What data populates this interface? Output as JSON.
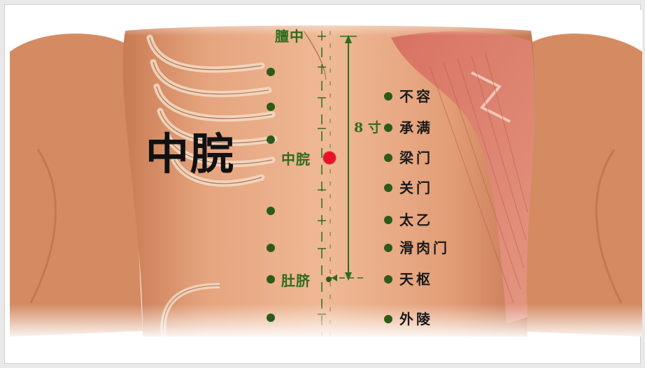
{
  "title": "中脘",
  "highlight_point": {
    "label": "中脘",
    "color": "#e8122a"
  },
  "top_point_label": "膻中",
  "navel_label": "肚脐",
  "measure_label": "8 寸",
  "right_points": [
    "不容",
    "承满",
    "梁门",
    "关门",
    "太乙",
    "滑肉门",
    "天枢",
    "外陵"
  ],
  "colors": {
    "skin": "#e2a07a",
    "muscle": "#d9786a",
    "guide_line": "#2f6b1e",
    "acupoint": "#2d5a19"
  },
  "icons": [
    "torso-illustration",
    "rib-cage",
    "abdominal-muscle"
  ]
}
